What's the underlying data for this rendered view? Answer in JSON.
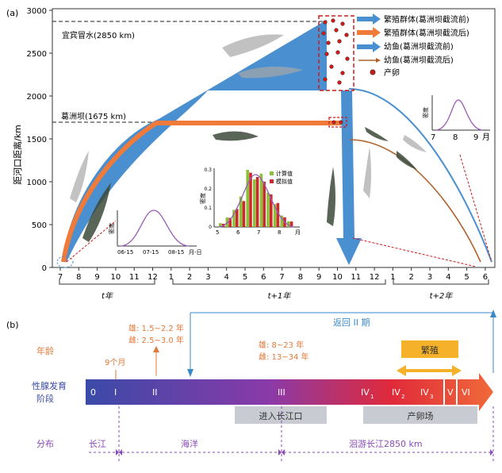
{
  "panel_a": {
    "label": "(a)",
    "y_axis": {
      "label": "距河口距离/km",
      "ticks": [
        "0",
        "500",
        "1000",
        "1500",
        "2000",
        "2500",
        "3000"
      ]
    },
    "x_axis": {
      "ticks": [
        "7",
        "8",
        "9",
        "10",
        "11",
        "12",
        "1",
        "2",
        "3",
        "4",
        "5",
        "6",
        "7",
        "8",
        "9",
        "10",
        "11",
        "12",
        "1",
        "2",
        "3",
        "4",
        "5",
        "6"
      ],
      "groups": [
        "t年",
        "t+1年",
        "t+2年"
      ]
    },
    "refs": {
      "yibin": "宜宾冒水(2850 km)",
      "gezhouba": "葛洲坝(1675 km)"
    },
    "legend": [
      {
        "label": "繁殖群体(葛洲坝截流前)",
        "color": "#4a90d0"
      },
      {
        "label": "繁殖群体(葛洲坝截流后)",
        "color": "#f07a3a"
      },
      {
        "label": "幼鱼(葛洲坝截流前)",
        "color": "#4a90d0"
      },
      {
        "label": "幼鱼(葛洲坝截流后)",
        "color": "#b0602a"
      },
      {
        "label": "产卵",
        "color": "#cc1a1a"
      }
    ],
    "inset_left": {
      "ylabel": "密度",
      "ticks": [
        "06-15",
        "07-15",
        "08-15"
      ],
      "unit": "月-日"
    },
    "inset_mid": {
      "ylabel": "密度",
      "yticks": [
        "0",
        "0.1",
        "0.2",
        "0.3"
      ],
      "xticks": [
        "5",
        "6",
        "7",
        "8"
      ],
      "unit": "月",
      "legend": [
        "计算值",
        "模拟值"
      ]
    },
    "inset_right": {
      "ylabel": "密度",
      "ticks": [
        "7",
        "8",
        "9"
      ],
      "unit": "月"
    }
  },
  "panel_b": {
    "label": "(b)",
    "row_age": "年龄",
    "row_stage": "性腺发育\n阶段",
    "row_dist": "分布",
    "return_label": "返回 II 期",
    "ages": {
      "nine_months": "9个月",
      "male1": "雄: 1.5~2.2 年",
      "female1": "雌: 2.5~3.0 年",
      "male2": "雄: 8~23 年",
      "female2": "雌: 13~34 年"
    },
    "stages": [
      "0",
      "I",
      "II",
      "III",
      "IV",
      "IV",
      "IV",
      "V",
      "VI"
    ],
    "stage_subs": [
      "1",
      "2",
      "3"
    ],
    "spawn_box": "繁殖",
    "enter_box": "进入长江口",
    "site_box": "产卵场",
    "dist": [
      "长江",
      "海洋",
      "洄游长江2850 km"
    ]
  }
}
